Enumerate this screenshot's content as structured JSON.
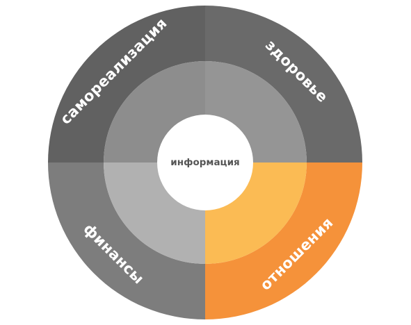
{
  "center": {
    "label": "информация",
    "color": "#ffffff"
  },
  "segments": [
    {
      "label": "самореализация",
      "outer_color": "#616161",
      "inner_color": "#8d8d8d"
    },
    {
      "label": "здоровье",
      "outer_color": "#6a6a6a",
      "inner_color": "#959595"
    },
    {
      "label": "отношения",
      "outer_color": "#f5923a",
      "inner_color": "#fbbb54"
    },
    {
      "label": "финансы",
      "outer_color": "#7d7d7d",
      "inner_color": "#b1b1b1"
    }
  ],
  "colors": {
    "background": "#ffffff",
    "label_text": "#ffffff",
    "center_text": "#555555"
  }
}
